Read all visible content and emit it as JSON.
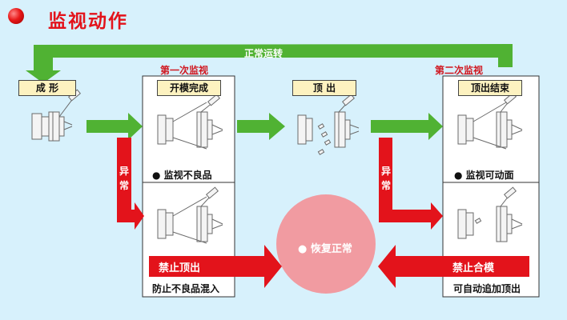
{
  "title": "监视动作",
  "top_arrow_label": "正常运转",
  "stages": {
    "forming": "成 形",
    "mold_open": "开模完成",
    "eject": "顶 出",
    "eject_end": "顶出结束"
  },
  "monitors": {
    "first": "第一次监视",
    "second": "第二次监视"
  },
  "results": {
    "first_ok": "● 监视不良品",
    "second_ok": "● 监视可动面",
    "prevent": "防止不良品混入",
    "retry": "可自动追加顶出"
  },
  "abnormal": "异常",
  "actions": {
    "stop_eject": "禁止顶出",
    "stop_close": "禁止合模"
  },
  "recover": "● 恢复正常",
  "colors": {
    "green": "#50b233",
    "red": "#e3131b",
    "circle": "#f19ba1",
    "background": "#d7f1fc"
  }
}
